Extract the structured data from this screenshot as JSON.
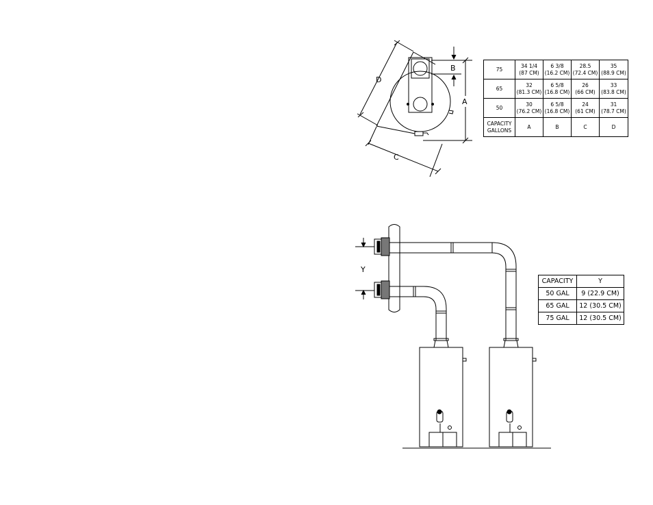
{
  "top_view": {
    "labels": {
      "a": "A",
      "b": "B",
      "c": "C",
      "d": "D"
    }
  },
  "dimension_table": {
    "rows": [
      {
        "capacity": "75",
        "a": [
          "34 1/4",
          "(87 CM)"
        ],
        "b": [
          "6 3/8",
          "(16.2 CM)"
        ],
        "c": [
          "28.5",
          "(72.4 CM)"
        ],
        "d": [
          "35",
          "(88.9 CM)"
        ]
      },
      {
        "capacity": "65",
        "a": [
          "32",
          "(81.3 CM)"
        ],
        "b": [
          "6 5/8",
          "(16.8 CM)"
        ],
        "c": [
          "26",
          "(66 CM)"
        ],
        "d": [
          "33",
          "(83.8 CM)"
        ]
      },
      {
        "capacity": "50",
        "a": [
          "30",
          "(76.2 CM)"
        ],
        "b": [
          "6 5/8",
          "(16.8 CM)"
        ],
        "c": [
          "24",
          "(61 CM)"
        ],
        "d": [
          "31",
          "(78.7 CM)"
        ]
      }
    ],
    "footer": {
      "capacity_line1": "CAPACITY",
      "capacity_line2": "GALLONS",
      "a": "A",
      "b": "B",
      "c": "C",
      "d": "D"
    }
  },
  "side_view": {
    "labels": {
      "y": "Y"
    }
  },
  "y_table": {
    "header": {
      "capacity": "CAPACITY",
      "y": "Y"
    },
    "rows": [
      {
        "capacity": "50 GAL",
        "y": "9 (22.9 CM)"
      },
      {
        "capacity": "65 GAL",
        "y": "12 (30.5 CM)"
      },
      {
        "capacity": "75 GAL",
        "y": "12 (30.5 CM)"
      }
    ]
  }
}
